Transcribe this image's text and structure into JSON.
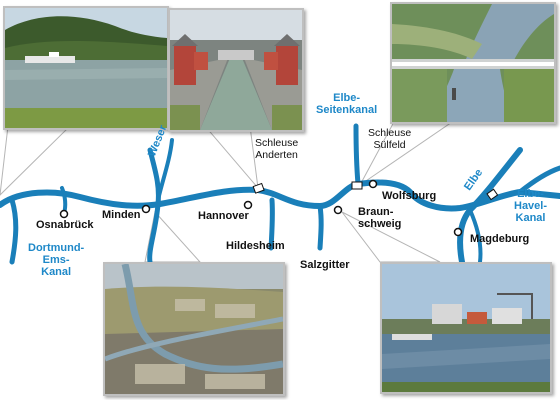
{
  "colors": {
    "canal": "#1a7fb9",
    "label_water": "#1e88c8",
    "city_text": "#111111",
    "lock_fill": "#ffffff"
  },
  "cities": [
    {
      "id": "osnabrueck",
      "name": "Osnabrück"
    },
    {
      "id": "minden",
      "name": "Minden"
    },
    {
      "id": "hannover",
      "name": "Hannover"
    },
    {
      "id": "hildesheim",
      "name": "Hildesheim"
    },
    {
      "id": "salzgitter",
      "name": "Salzgitter"
    },
    {
      "id": "wolfsburg",
      "name": "Wolfsburg"
    },
    {
      "id": "braunschweig",
      "name": "Braun-\nschweig"
    },
    {
      "id": "magdeburg",
      "name": "Magdeburg"
    }
  ],
  "locks": [
    {
      "id": "anderten",
      "name": "Schleuse\nAnderten"
    },
    {
      "id": "suelfeld",
      "name": "Schleuse\nSülfeld"
    }
  ],
  "waterways": [
    {
      "id": "weser",
      "name": "Weser"
    },
    {
      "id": "elbe",
      "name": "Elbe"
    },
    {
      "id": "elbe-seitenkanal",
      "name": "Elbe-\nSeitenkanal"
    },
    {
      "id": "dortmund-ems-kanal",
      "name": "Dortmund-\nEms-\nKanal"
    },
    {
      "id": "elbe-havel-kanal",
      "name": "Elbe-\nHavel-\nKanal"
    }
  ],
  "photos": [
    {
      "id": "photo-ship-river"
    },
    {
      "id": "photo-lock-chamber"
    },
    {
      "id": "photo-canal-bridge"
    },
    {
      "id": "photo-aerial-minden"
    },
    {
      "id": "photo-harbor"
    }
  ]
}
